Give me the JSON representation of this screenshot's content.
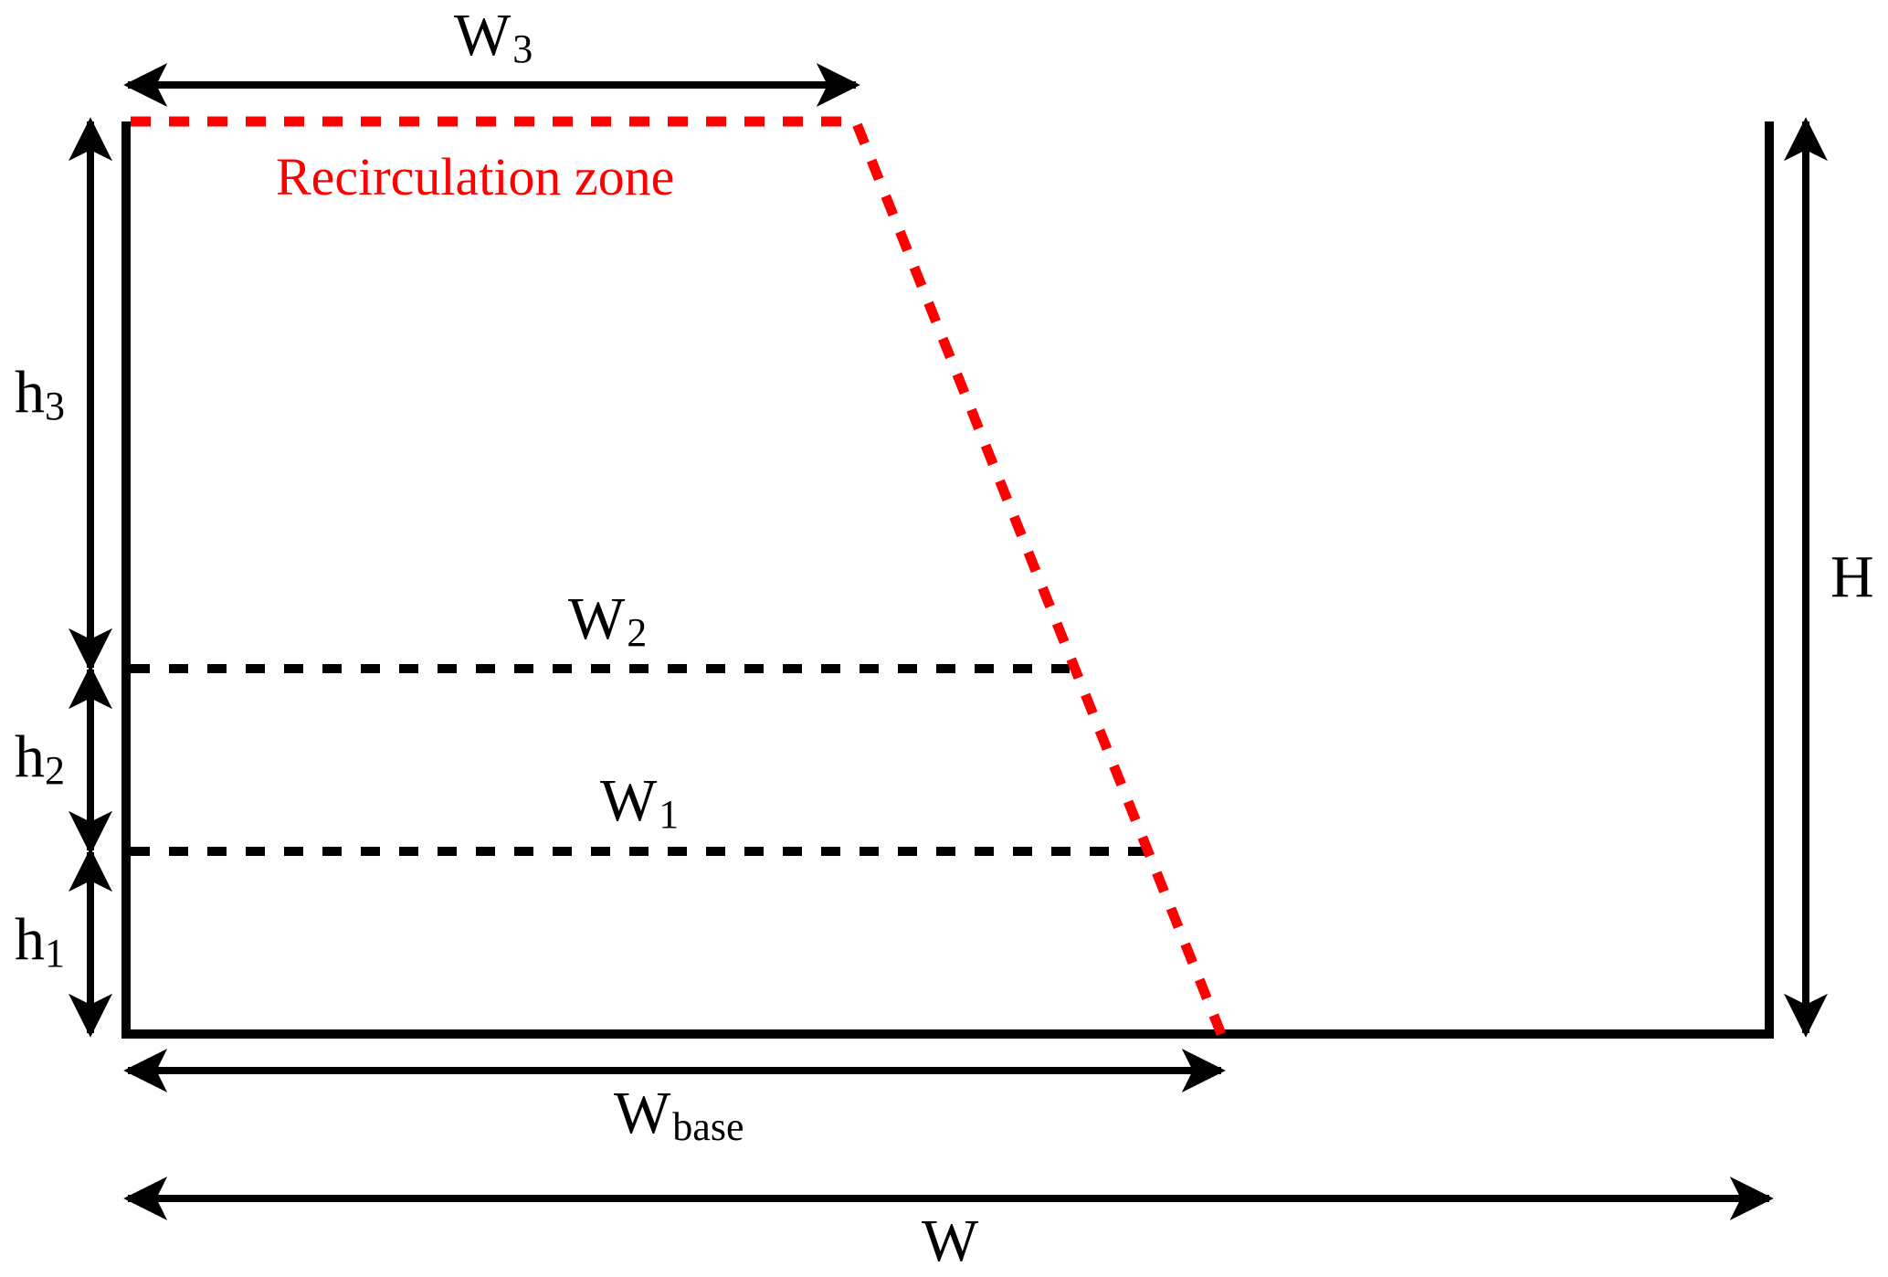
{
  "diagram": {
    "title_annotation": "Recirculation zone",
    "colors": {
      "structure": "#000000",
      "recirculation": "#ff0000",
      "background": "#ffffff"
    },
    "dimensions": {
      "W3": {
        "main": "W",
        "sub": "3"
      },
      "W2": {
        "main": "W",
        "sub": "2"
      },
      "W1": {
        "main": "W",
        "sub": "1"
      },
      "Wbase": {
        "main": "W",
        "sub": "base"
      },
      "W": {
        "main": "W"
      },
      "H": {
        "main": "H"
      },
      "h1": {
        "main": "h",
        "sub": "1"
      },
      "h2": {
        "main": "h",
        "sub": "2"
      },
      "h3": {
        "main": "h",
        "sub": "3"
      }
    }
  }
}
